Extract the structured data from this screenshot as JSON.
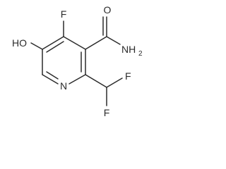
{
  "molecule": {
    "atoms": {
      "fluoro_top": "F",
      "hydroxyl": "HO",
      "carbonyl_oxygen": "O",
      "amide_n": "NH",
      "amide_n_sub": "2",
      "ring_nitrogen": "N",
      "difluoro_f1": "F",
      "difluoro_f2": "F"
    }
  }
}
